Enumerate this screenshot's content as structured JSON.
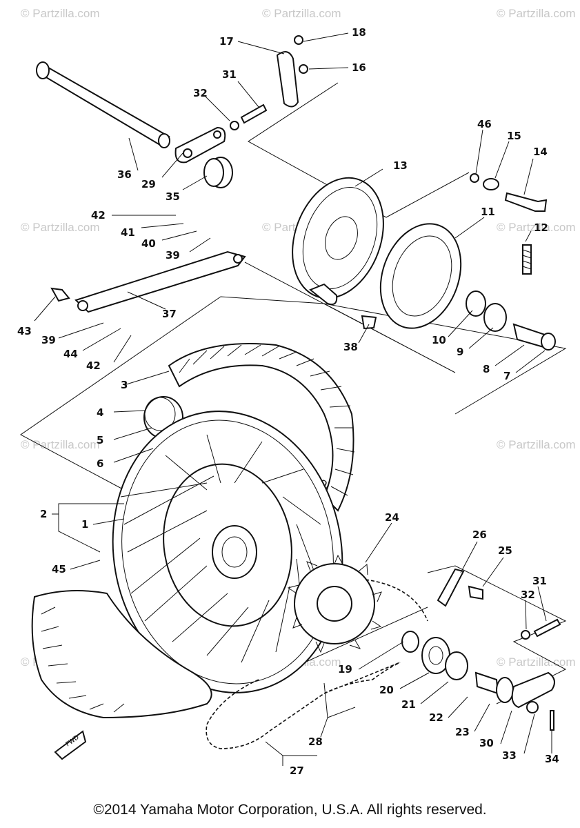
{
  "diagram": {
    "callouts": [
      "1",
      "2",
      "3",
      "4",
      "5",
      "6",
      "7",
      "8",
      "9",
      "10",
      "11",
      "12",
      "13",
      "14",
      "15",
      "16",
      "17",
      "18",
      "19",
      "20",
      "21",
      "22",
      "23",
      "24",
      "25",
      "26",
      "27",
      "28",
      "29",
      "30",
      "31",
      "32",
      "33",
      "34",
      "35",
      "36",
      "37",
      "38",
      "39",
      "40",
      "41",
      "42",
      "43",
      "44",
      "45",
      "46"
    ],
    "watermark": "© Partzilla.com",
    "center_watermark": "© Partzilla.com",
    "fwd_label": "FWD"
  },
  "footer": {
    "copyright": "©2014  Yamaha Motor Corporation, U.S.A. All rights reserved."
  }
}
